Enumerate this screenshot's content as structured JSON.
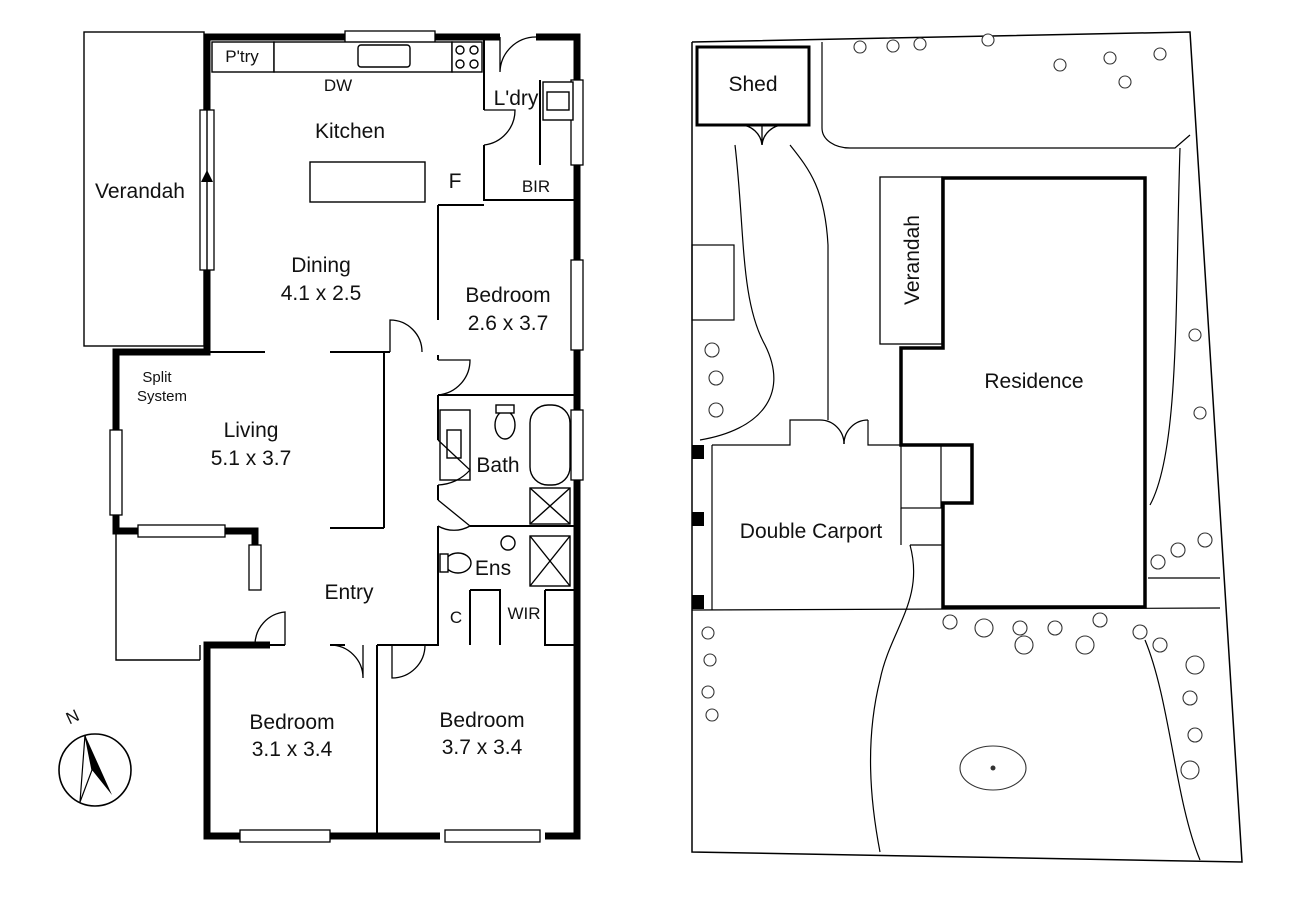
{
  "floor_plan": {
    "rooms": {
      "pantry": "P'try",
      "dishwasher": "DW",
      "kitchen": "Kitchen",
      "laundry": "L'dry",
      "fridge": "F",
      "bir": "BIR",
      "verandah": "Verandah",
      "dining": "Dining",
      "dining_size": "4.1 x 2.5",
      "bedroom_ne": "Bedroom",
      "bedroom_ne_size": "2.6 x 3.7",
      "split_system_1": "Split",
      "split_system_2": "System",
      "living": "Living",
      "living_size": "5.1 x 3.7",
      "bath": "Bath",
      "ensuite": "Ens",
      "entry": "Entry",
      "cupboard": "C",
      "wir": "WIR",
      "bedroom_sw": "Bedroom",
      "bedroom_sw_size": "3.1 x 3.4",
      "bedroom_se": "Bedroom",
      "bedroom_se_size": "3.7 x 3.4"
    },
    "compass_label": "N"
  },
  "site_plan": {
    "shed": "Shed",
    "verandah": "Verandah",
    "residence": "Residence",
    "carport": "Double Carport"
  }
}
